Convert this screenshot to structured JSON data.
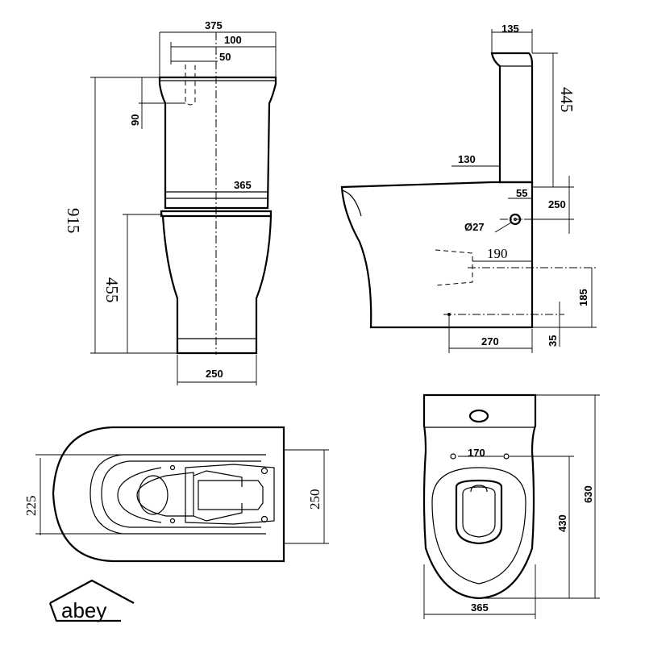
{
  "brand": {
    "logo_text": "abey"
  },
  "front_view": {
    "width_cistern": "375",
    "inlet_offset_100": "100",
    "inlet_offset_50": "50",
    "inlet_height_90": "90",
    "cistern_base": "365",
    "total_height": "915",
    "seat_height": "455",
    "foot_width": "250"
  },
  "side_view": {
    "cistern_depth": "135",
    "cistern_height": "445",
    "cistern_offset": "130",
    "inlet_55": "55",
    "inlet_250": "250",
    "inlet_diameter": "Ø27",
    "waste_190": "190",
    "waste_185": "185",
    "waste_270": "270",
    "waste_35": "35"
  },
  "underside_view": {
    "width_225": "225",
    "width_250": "250"
  },
  "plan_view": {
    "fix_170": "170",
    "depth_430": "430",
    "depth_630": "630",
    "width_365": "365"
  }
}
